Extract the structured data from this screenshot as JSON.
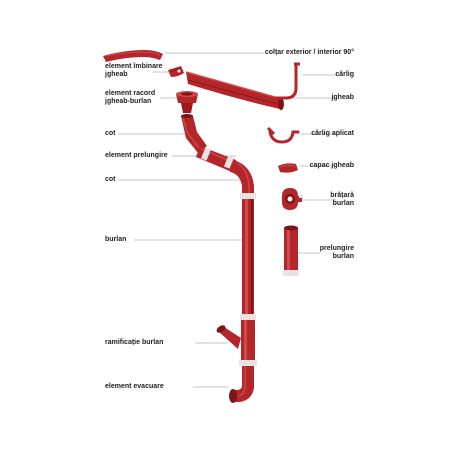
{
  "colors": {
    "gutter_red": "#b3262a",
    "gutter_dark": "#7d1518",
    "gutter_light": "#cf4a4d",
    "leader": "#8a8a8a",
    "label_text": "#222222"
  },
  "labels": {
    "element_imbinare_jgheab": "element îmbinare\njgheab",
    "element_racord": "element racord\njgheab-burlan",
    "cot_top": "cot",
    "element_prelungire": "element prelungire",
    "cot_bottom": "cot",
    "burlan": "burlan",
    "ramificatie_burlan": "ramificație burlan",
    "element_evacuare": "element evacuare",
    "coltar": "colțar exterior / interior 90°",
    "carlig": "cârlig",
    "jgheab": "jgheab",
    "carlig_aplicat": "cârlig aplicat",
    "capac_jgheab": "capac jgheab",
    "bratara_burlan": "brățară\nburlan",
    "prelungire_burlan": "prelungire\nburlan"
  }
}
